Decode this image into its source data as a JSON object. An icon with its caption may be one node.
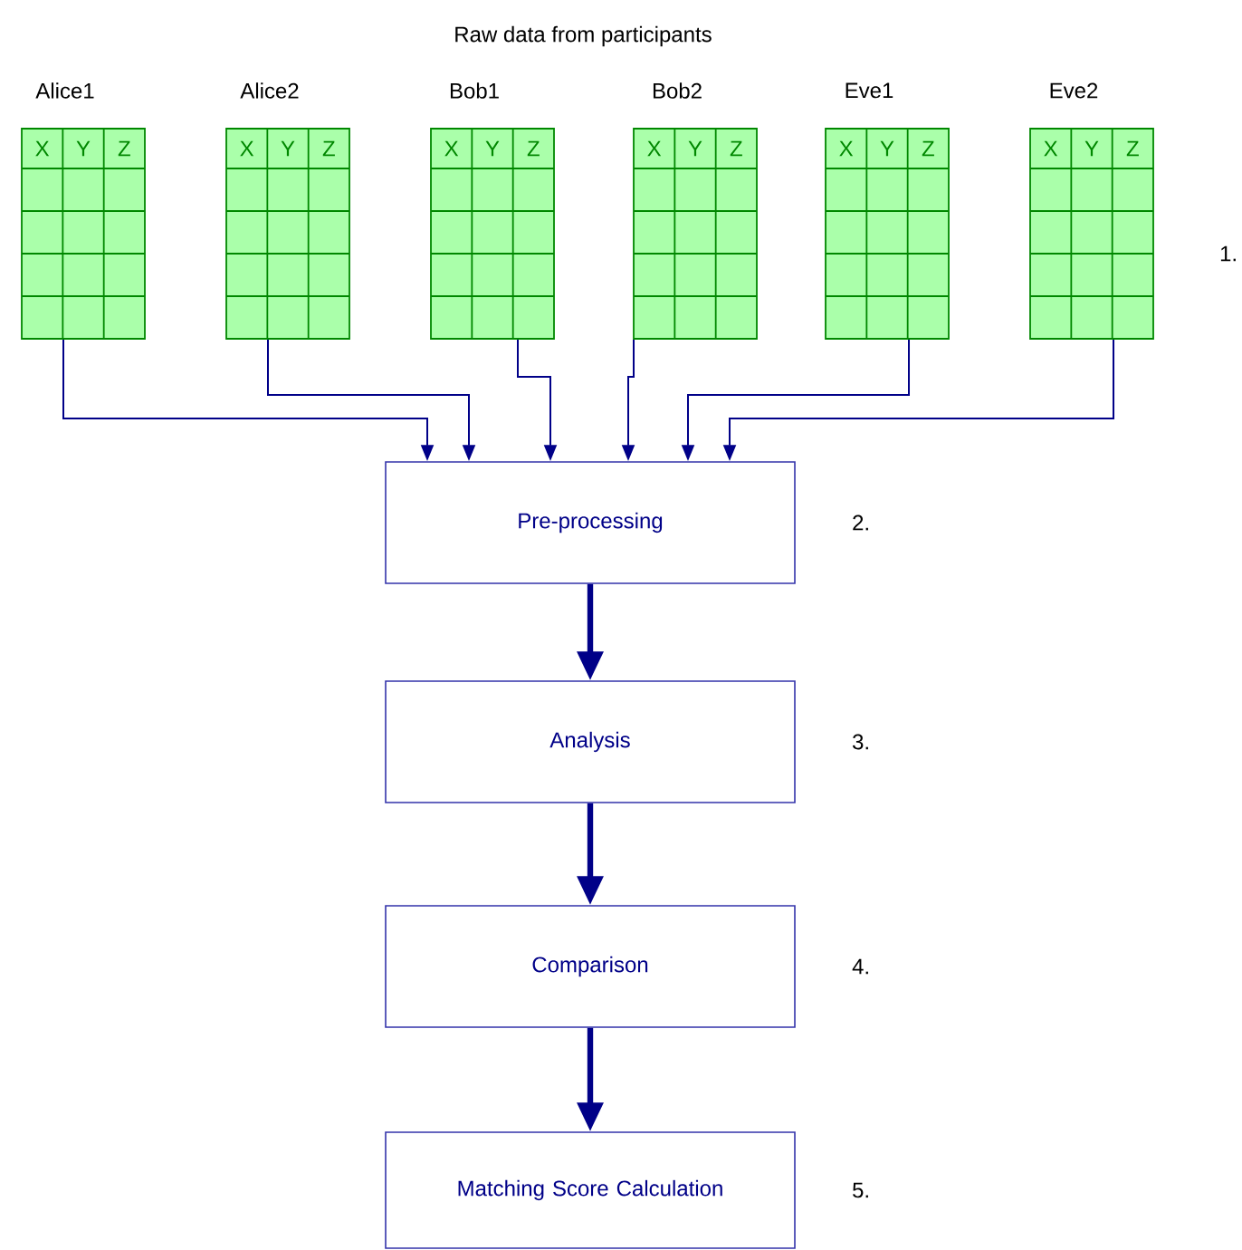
{
  "diagram": {
    "title": "Raw data from participants",
    "nodes": [
      {
        "text": [
          "Alice1",
          "X",
          "Y",
          "Z"
        ]
      },
      {
        "text": [
          "Alice2",
          "X",
          "Y",
          "Z"
        ]
      },
      {
        "text": [
          "Bob1",
          "X",
          "Y",
          "Z"
        ]
      },
      {
        "text": [
          "Bob2",
          "X",
          "Y",
          "Z"
        ]
      },
      {
        "text": [
          "Eve1",
          "X",
          "Y",
          "Z"
        ]
      },
      {
        "text": [
          "Eve2",
          "X",
          "Y",
          "Z"
        ]
      },
      {
        "text": [
          "Pre-processing"
        ],
        "beside": [
          "2."
        ]
      },
      {
        "text": [
          "Analysis"
        ],
        "beside": [
          "3."
        ]
      },
      {
        "text": [
          "Comparison"
        ],
        "beside": [
          "4."
        ]
      },
      {
        "text": [
          "Matching Score Calculation"
        ],
        "beside": [
          "5."
        ]
      }
    ],
    "edges": [
      {
        "from": 0,
        "to": 6,
        "arrow": "to"
      },
      {
        "from": 1,
        "to": 6,
        "arrow": "to"
      },
      {
        "from": 2,
        "to": 6,
        "arrow": "to"
      },
      {
        "from": 3,
        "to": 6,
        "arrow": "to"
      },
      {
        "from": 4,
        "to": 6,
        "arrow": "to"
      },
      {
        "from": 5,
        "to": 6,
        "arrow": "to"
      },
      {
        "from": 6,
        "to": 7,
        "arrow": "to",
        "style": "thick"
      },
      {
        "from": 7,
        "to": 8,
        "arrow": "to",
        "style": "thick"
      },
      {
        "from": 8,
        "to": 9,
        "arrow": "to",
        "style": "thick"
      }
    ],
    "labels": [
      "1."
    ]
  }
}
